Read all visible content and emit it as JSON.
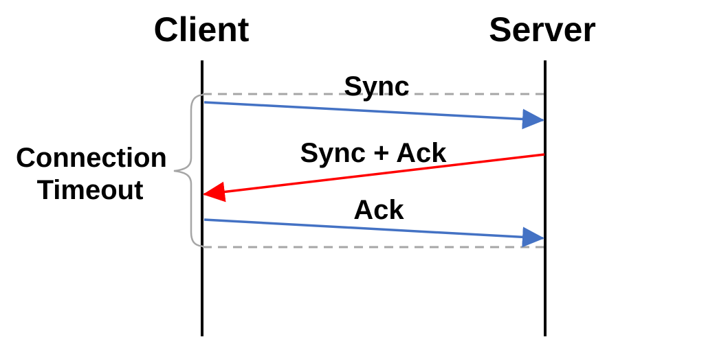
{
  "diagram": {
    "type": "sequence-diagram",
    "actors": {
      "left": {
        "label": "Client"
      },
      "right": {
        "label": "Server"
      }
    },
    "messages": [
      {
        "label": "Sync",
        "from": "Client",
        "to": "Server",
        "color": "#4472C4"
      },
      {
        "label": "Sync + Ack",
        "from": "Server",
        "to": "Client",
        "color": "#FF0000"
      },
      {
        "label": "Ack",
        "from": "Client",
        "to": "Server",
        "color": "#4472C4"
      }
    ],
    "annotation": {
      "line1": "Connection",
      "line2": "Timeout"
    },
    "colors": {
      "blue": "#4472C4",
      "red": "#FF0000",
      "gray": "#A6A6A6",
      "black": "#000000"
    }
  }
}
